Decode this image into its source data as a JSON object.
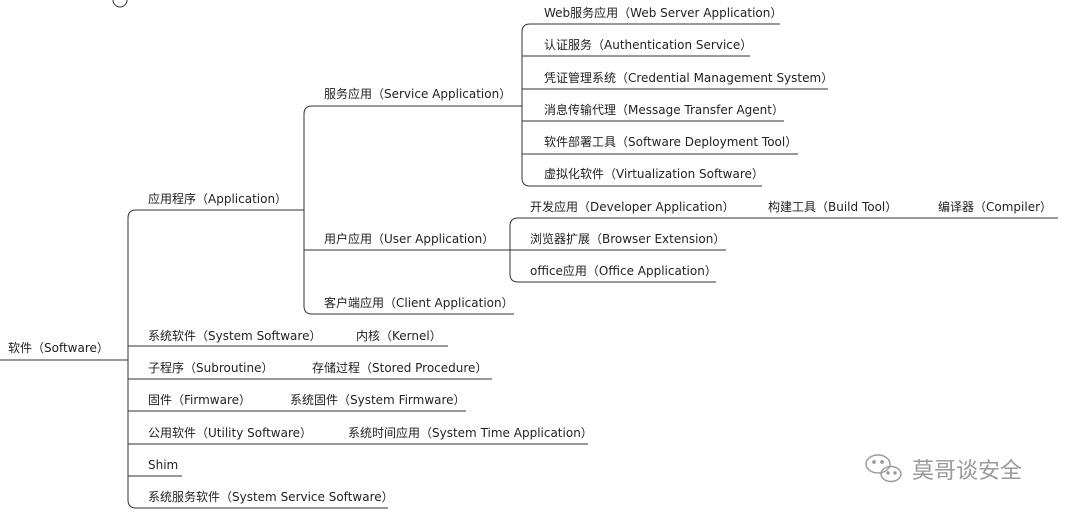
{
  "mindmap": {
    "root": "软件（Software）",
    "application": {
      "label": "应用程序（Application）",
      "service": {
        "label": "服务应用（Service Application）",
        "items": [
          "Web服务应用（Web Server Application）",
          "认证服务（Authentication Service）",
          "凭证管理系统（Credential Management System）",
          "消息传输代理（Message Transfer Agent）",
          "软件部署工具（Software Deployment Tool）",
          "虚拟化软件（Virtualization Software）"
        ]
      },
      "user": {
        "label": "用户应用（User Application）",
        "developer": "开发应用（Developer Application）",
        "build_tool": "构建工具（Build Tool）",
        "compiler": "编译器（Compiler）",
        "browser_extension": "浏览器扩展（Browser Extension）",
        "office": "office应用（Office Application）"
      },
      "client": "客户端应用（Client Application）"
    },
    "system_software": {
      "label": "系统软件（System Software）",
      "child": "内核（Kernel）"
    },
    "subroutine": {
      "label": "子程序（Subroutine）",
      "child": "存储过程（Stored Procedure）"
    },
    "firmware": {
      "label": "固件（Firmware）",
      "child": "系统固件（System Firmware）"
    },
    "utility": {
      "label": "公用软件（Utility Software）",
      "child": "系统时间应用（System Time Application）"
    },
    "shim": "Shim",
    "system_service": "系统服务软件（System Service Software）"
  },
  "watermark": {
    "text": "莫哥谈安全",
    "icon": "wechat-icon"
  },
  "colors": {
    "line": "#333333",
    "text": "#222222",
    "watermark": "#9a9a9a"
  }
}
